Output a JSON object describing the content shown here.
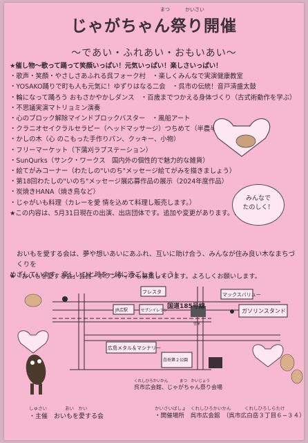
{
  "title": "じゃがちゃん祭り開催",
  "title_ruby": [
    "まつ",
    "かいさい"
  ],
  "subtitle": "〜であい・ふれあい・おもいあい〜",
  "program": [
    "★催し物〜歌って踊って笑顔いっぱい！元気いっぱい！楽しさいっぱい！",
    "・歌声・笑顔・やさしさあふれる呉フォーク村　・楽しくみんなで実演健康教室",
    "・YOSAKO踊りで町も人も元気に！ゆずりはなる二会　・呉市の伝統！音戸清盛太鼓",
    "・輪になって踊ろう おもさかやかしダンス　・百歳までつかえる身体づくり（古式術動作を学ぶ）",
    "・不思議実演マトリョミン演奏",
    "・心のブロック解除マインドブロックバスター　・風船アート",
    "・クラニオセイクラルセラピー（ヘッドマッサージ）つちめて（半農半セラピスト）",
    "・かしの木（心 のこもった手作りパン、クッキー、小物）",
    "・フリーマーケット（下蒲刈ラブステーション）",
    "・SunQurks（サンク・ワークス　国内外の個性的で魅力的な雑貨）",
    "・絵てがみコーナー（わたしの\"いのち\"メッセージ絵てがみを描きましょう）",
    "・第18回わたしの\"いのち\"メッセージ展応募作品の展示（2024年度作品）",
    "・炭焼きHANA（焼き鳥など）",
    "・じゃがいも料理（カレーを愛 情を込めて料理し販売します。）",
    "★この内容は、5月31日現在の出演、出店団体です。追加や変更があります。ご了承ください。"
  ],
  "bubble": [
    "みんなで",
    "たのしく！"
  ],
  "paragraph": [
    "おいもを愛する会は、夢や想いあいにあふれ、互いに助け合う、みんなが住み良い木なまちづくりを",
    "めざしています。楽しいひと時を一緒に過ごしましょう！"
  ],
  "volunteer": "★「おいもを愛する会」会員・ボランティアも募集しています。よろしくお願いします。",
  "map": {
    "road": "国道185号線",
    "gas": "ガソリンスタンド",
    "fresta": "フレスタ",
    "maxvalue": "マックスバリュー",
    "station": "JR広駅",
    "seven": "セブンイレブン",
    "house": "住家",
    "hiroshima": "広島メタル＆マシナリー",
    "shirotake": "白岳第２公園",
    "venue": "呉市広会館、じゃがちゃん祭り会場",
    "venue_ruby": "くれしひろかいかん　　　まつ　かいじょう"
  },
  "footer": {
    "host_ruby": "しゅさい　　　　あい　かい",
    "host": "・主催　おいもを愛する会",
    "place_ruby": "かいさいばしょ　くれしひろかいかん　　　くれしひろしらたけ",
    "place": "・開催場所　呉市広会館　（呉市広白岳３丁目６−３４）"
  }
}
